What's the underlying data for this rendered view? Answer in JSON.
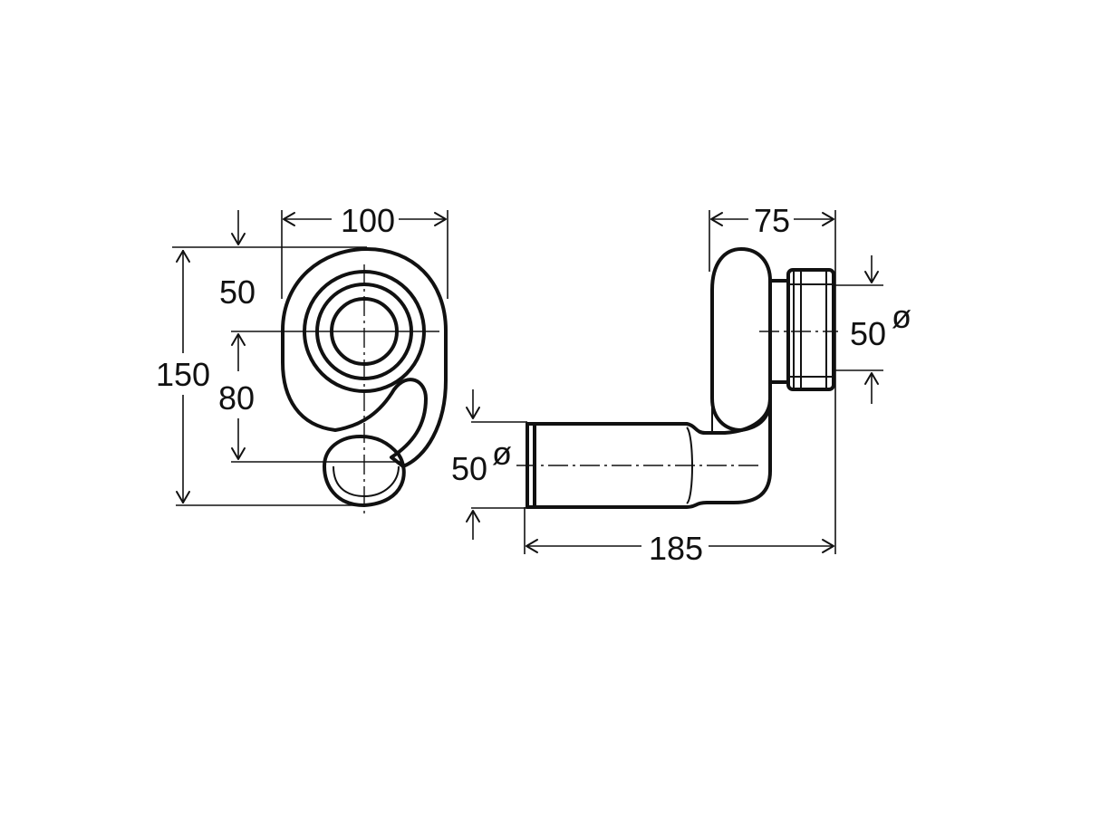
{
  "dimensions": {
    "front_width": "100",
    "front_height": "150",
    "front_outlet_offset": "50",
    "front_center_distance": "80",
    "side_depth": "75",
    "side_outlet_diameter": "50",
    "side_inlet_diameter": "50",
    "side_length": "185"
  },
  "symbols": {
    "diameter": "ø"
  },
  "colors": {
    "line": "#111111",
    "background": "#ffffff"
  }
}
